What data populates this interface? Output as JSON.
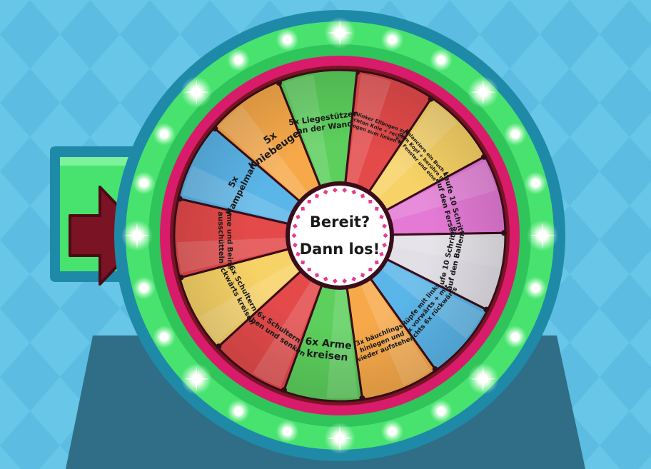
{
  "wheel": {
    "hub_line1": "Bereit?",
    "hub_line2": "Dann los!",
    "segments": [
      {
        "lines": [
          "5x linker Ellbogen zum",
          "rechten Knie + rechter",
          "Ellbogen zum linken Knie"
        ],
        "color": "#e44a4a",
        "font": 7
      },
      {
        "lines": [
          "Balanciere ein Buch auf",
          "dem Kopf + berühre nun",
          "ein Fenster und eine Tür"
        ],
        "color": "#f7d266",
        "font": 7
      },
      {
        "lines": [
          "Laufe 10 Schritte",
          "auf den Fersen"
        ],
        "color": "#e47ad6",
        "font": 10
      },
      {
        "lines": [
          "Laufe 10 Schritte",
          "auf den Ballen"
        ],
        "color": "#e2dfe6",
        "font": 10
      },
      {
        "lines": [
          "Hüpfe mit links",
          "6x vorwärts + mit",
          "rechts 6x rückwärts"
        ],
        "color": "#5ab5e8",
        "font": 9
      },
      {
        "lines": [
          "3x bäuchlings",
          "hinlegen und",
          "wieder aufstehen"
        ],
        "color": "#f7a94a",
        "font": 9
      },
      {
        "lines": [
          "6x Arme",
          "kreisen"
        ],
        "color": "#5ccf5c",
        "font": 14
      },
      {
        "lines": [
          "6x Schultern",
          "heben und senken"
        ],
        "color": "#e44a4a",
        "font": 10
      },
      {
        "lines": [
          "6x Schultern",
          "rückwärts kreisen"
        ],
        "color": "#f7d266",
        "font": 10
      },
      {
        "lines": [
          "Arme und Beine",
          "ausschütteln"
        ],
        "color": "#e44a4a",
        "font": 10
      },
      {
        "lines": [
          "5x",
          "Hampelmann"
        ],
        "color": "#5ab5e8",
        "font": 12
      },
      {
        "lines": [
          "5x",
          "Kniebeugen"
        ],
        "color": "#f7a94a",
        "font": 14
      },
      {
        "lines": [
          "5x Liegestützen",
          "an der Wand"
        ],
        "color": "#5ccf5c",
        "font": 11
      }
    ]
  },
  "colors": {
    "background": "#68c6e8",
    "background_pattern": "#56b4dc",
    "stand": "#2f6e86",
    "frame_outer": "#1e8aa8",
    "ring_green": "#47e36e",
    "ring_pink": "#d91b6b",
    "pointer_base": "#47e36e",
    "pointer_arrow": "#7a1424",
    "hub_dots": "#e83a8a"
  },
  "icons": {
    "pointer": "pointer-arrow-icon",
    "sparkle": "sparkle-icon"
  }
}
